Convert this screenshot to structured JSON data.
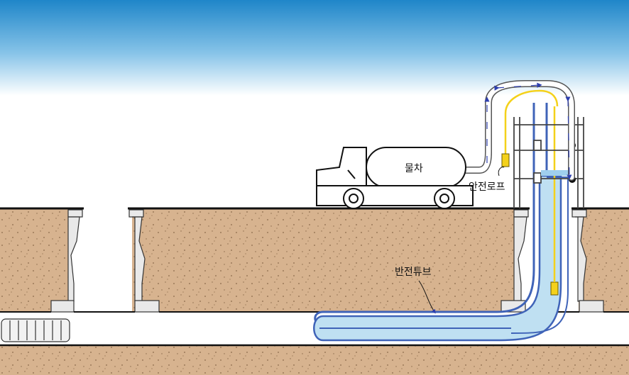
{
  "labels": {
    "water_truck": "물차",
    "safety_rope": "안전로프",
    "inversion_tube": "반전튜브"
  },
  "colors": {
    "sky_top": "#1f86c9",
    "soil": "#d7b38f",
    "tube_fill": "#bfe0f2",
    "tube_stroke": "#3f63b8",
    "rope": "#f4d11a",
    "hose_arrows": "#2e3fae"
  }
}
